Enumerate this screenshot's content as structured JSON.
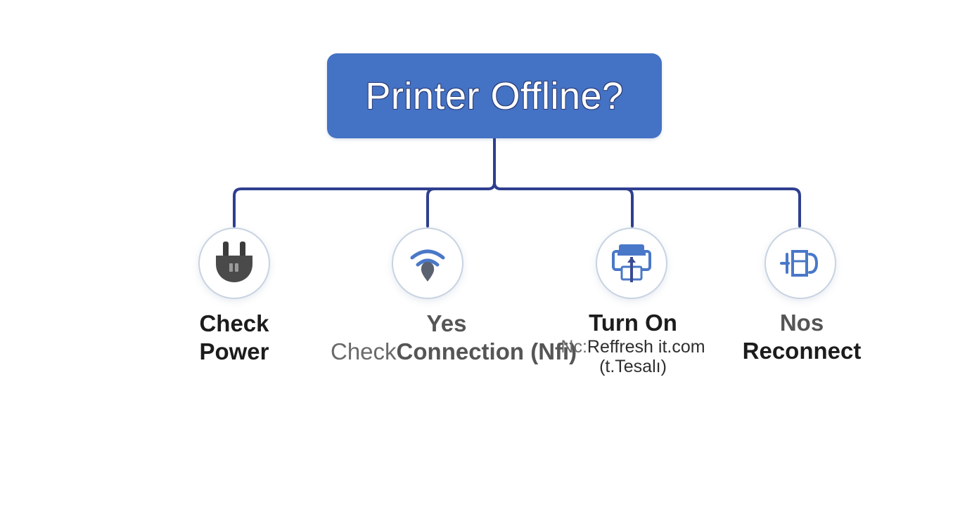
{
  "root": {
    "title": "Printer Offline?"
  },
  "colors": {
    "root_fill": "#4472c4",
    "connector": "#2f3f8f",
    "circle_border": "#c8d3e2",
    "icon_blue": "#4a78c8",
    "icon_dark": "#3b3b3b"
  },
  "nodes": [
    {
      "icon": "plug-icon",
      "label_line1": "Check",
      "label_line2": "Power"
    },
    {
      "icon": "wifi-icon",
      "label_line1": "Yes",
      "label_line2_prefix": "Check",
      "label_line2_main": "Connection (Nfi)"
    },
    {
      "icon": "printer-icon",
      "label_line1": "Turn On",
      "label_line2_prefix": "Nc:",
      "label_line2_main": "Reffresh it.com",
      "label_line3": "(t.Tesalı)"
    },
    {
      "icon": "reconnect-icon",
      "label_line1": "Nos",
      "label_line2": "Reconnect"
    }
  ]
}
